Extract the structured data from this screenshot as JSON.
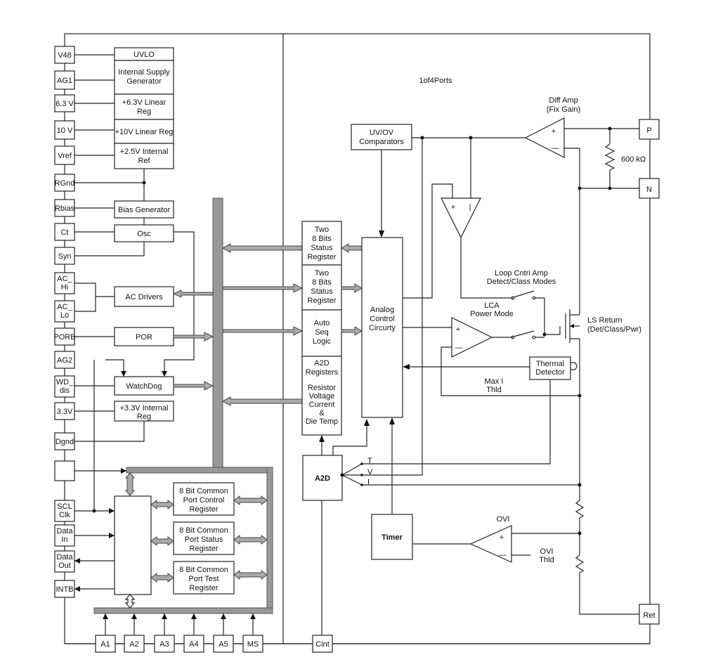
{
  "pins_left": [
    "V48",
    "AG1",
    "6.3 V",
    "10 V",
    "Vref",
    "RGnd",
    "Rbias",
    "Ct",
    "Syn",
    "AC_ Hi",
    "AC_ Lo",
    "PORB",
    "AG2",
    "WD_ dis",
    "3.3V",
    "Dgnd",
    "",
    "SCL Clk",
    "Data In",
    "Data Out",
    "INTB"
  ],
  "pins_bottom": [
    "A1",
    "A2",
    "A3",
    "A4",
    "A5",
    "MS",
    "Cint"
  ],
  "pins_right": [
    "P",
    "N",
    "Ret"
  ],
  "supply_blocks": [
    "UVLO",
    "Internal Supply Generator",
    "+6.3V Linear Reg",
    "+10V Linear Reg",
    "+2.5V Internal Ref"
  ],
  "blocks": {
    "bias": "Bias Generator",
    "osc": "Osc",
    "ac_drivers": "AC Drivers",
    "por": "POR",
    "watchdog": "WatchDog",
    "reg33": "+3.3V Internal Reg",
    "uvov": "UV/OV Comparators",
    "analog": "Analog Control Circurty",
    "a2d": "A2D",
    "timer": "Timer",
    "thermal": "Thermal Detector"
  },
  "registers": [
    "Two 8 Bits Status Register",
    "Two 8 Bits Status Register",
    "Auto Seq Logic",
    "A2D Registers Resistor Voltage Current & Die Temp"
  ],
  "common_registers": [
    "8 Bit Common Port Control Register",
    "8 Bit Common Port Status Register",
    "8 Bit Common Port Test Register"
  ],
  "labels": {
    "ports": "1of4Ports",
    "diff_amp": "Diff Amp (Fix Gain)",
    "resistor": "600 kΩ",
    "loop_amp": "Loop Cntri Amp Detect/Class Modes",
    "lca": "LCA Power Mode",
    "ls_return": "LS Return (Det/Class/Pwr)",
    "max_i": "Max I Thld",
    "ovi": "OVI",
    "ovi_thld": "OVI Thld",
    "t": "T",
    "v": "V",
    "i": "I"
  }
}
